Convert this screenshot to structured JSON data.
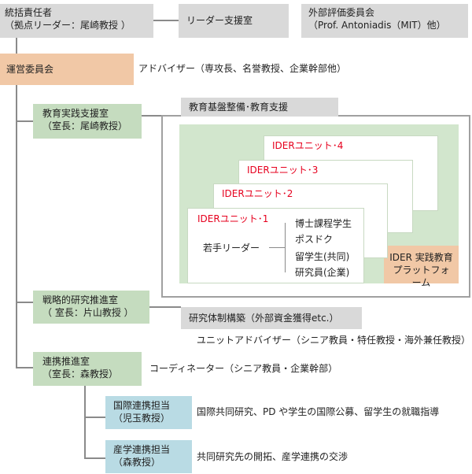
{
  "top": {
    "leader_title": "統括責任者",
    "leader_sub": "（拠点リーダー：尾崎教授 ）",
    "leader_support": "リーダー支援室",
    "external_title": "外部評価委員会",
    "external_sub": "（Prof.  Antoniadis（MIT）他）"
  },
  "steering": {
    "label": "運営委員会",
    "advisors": "アドバイザー（専攻長、名誉教授、企業幹部他）"
  },
  "education_office": {
    "title": "教育実践支援室",
    "sub": "（室長：尾崎教授）",
    "infra": "教育基盤整備･教育支援"
  },
  "units": {
    "unit1": "IDERユニット･1",
    "unit2": "IDERユニット･2",
    "unit3": "IDERユニット･3",
    "unit4": "IDERユニット･4",
    "young_leader": "若手リーダー",
    "members": [
      "博士課程学生",
      "ポスドク",
      "留学生(共同)",
      "研究員(企業)"
    ],
    "platform_line1": "IDER 実践教育",
    "platform_line2": "プラットフォーム"
  },
  "strategic": {
    "title": "戦略的研究推進室",
    "sub": "（ 室長：片山教授 ）",
    "funding": "研究体制構築（外部資金獲得etc.）",
    "unit_advisors": "ユニットアドバイザー（シニア教員・特任教授・海外兼任教授）"
  },
  "collaboration": {
    "title": "連携推進室",
    "sub": "（室長：森教授）",
    "coordinators": "コーディネーター（シニア教員・企業幹部）",
    "intl_title": "国際連携担当",
    "intl_sub": "（児玉教授）",
    "intl_desc": "国際共同研究、PD や学生の国際公募、留学生の就職指導",
    "ind_title": "産学連携担当",
    "ind_sub": "（森教授）",
    "ind_desc": "共同研究先の開拓、産学連携の交渉"
  }
}
